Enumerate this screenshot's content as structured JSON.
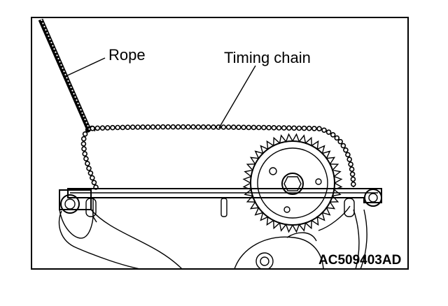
{
  "labels": {
    "rope": "Rope",
    "timing_chain": "Timing chain"
  },
  "figure_code": "AC509403AD",
  "colors": {
    "ink": "#000000",
    "paper": "#ffffff"
  }
}
